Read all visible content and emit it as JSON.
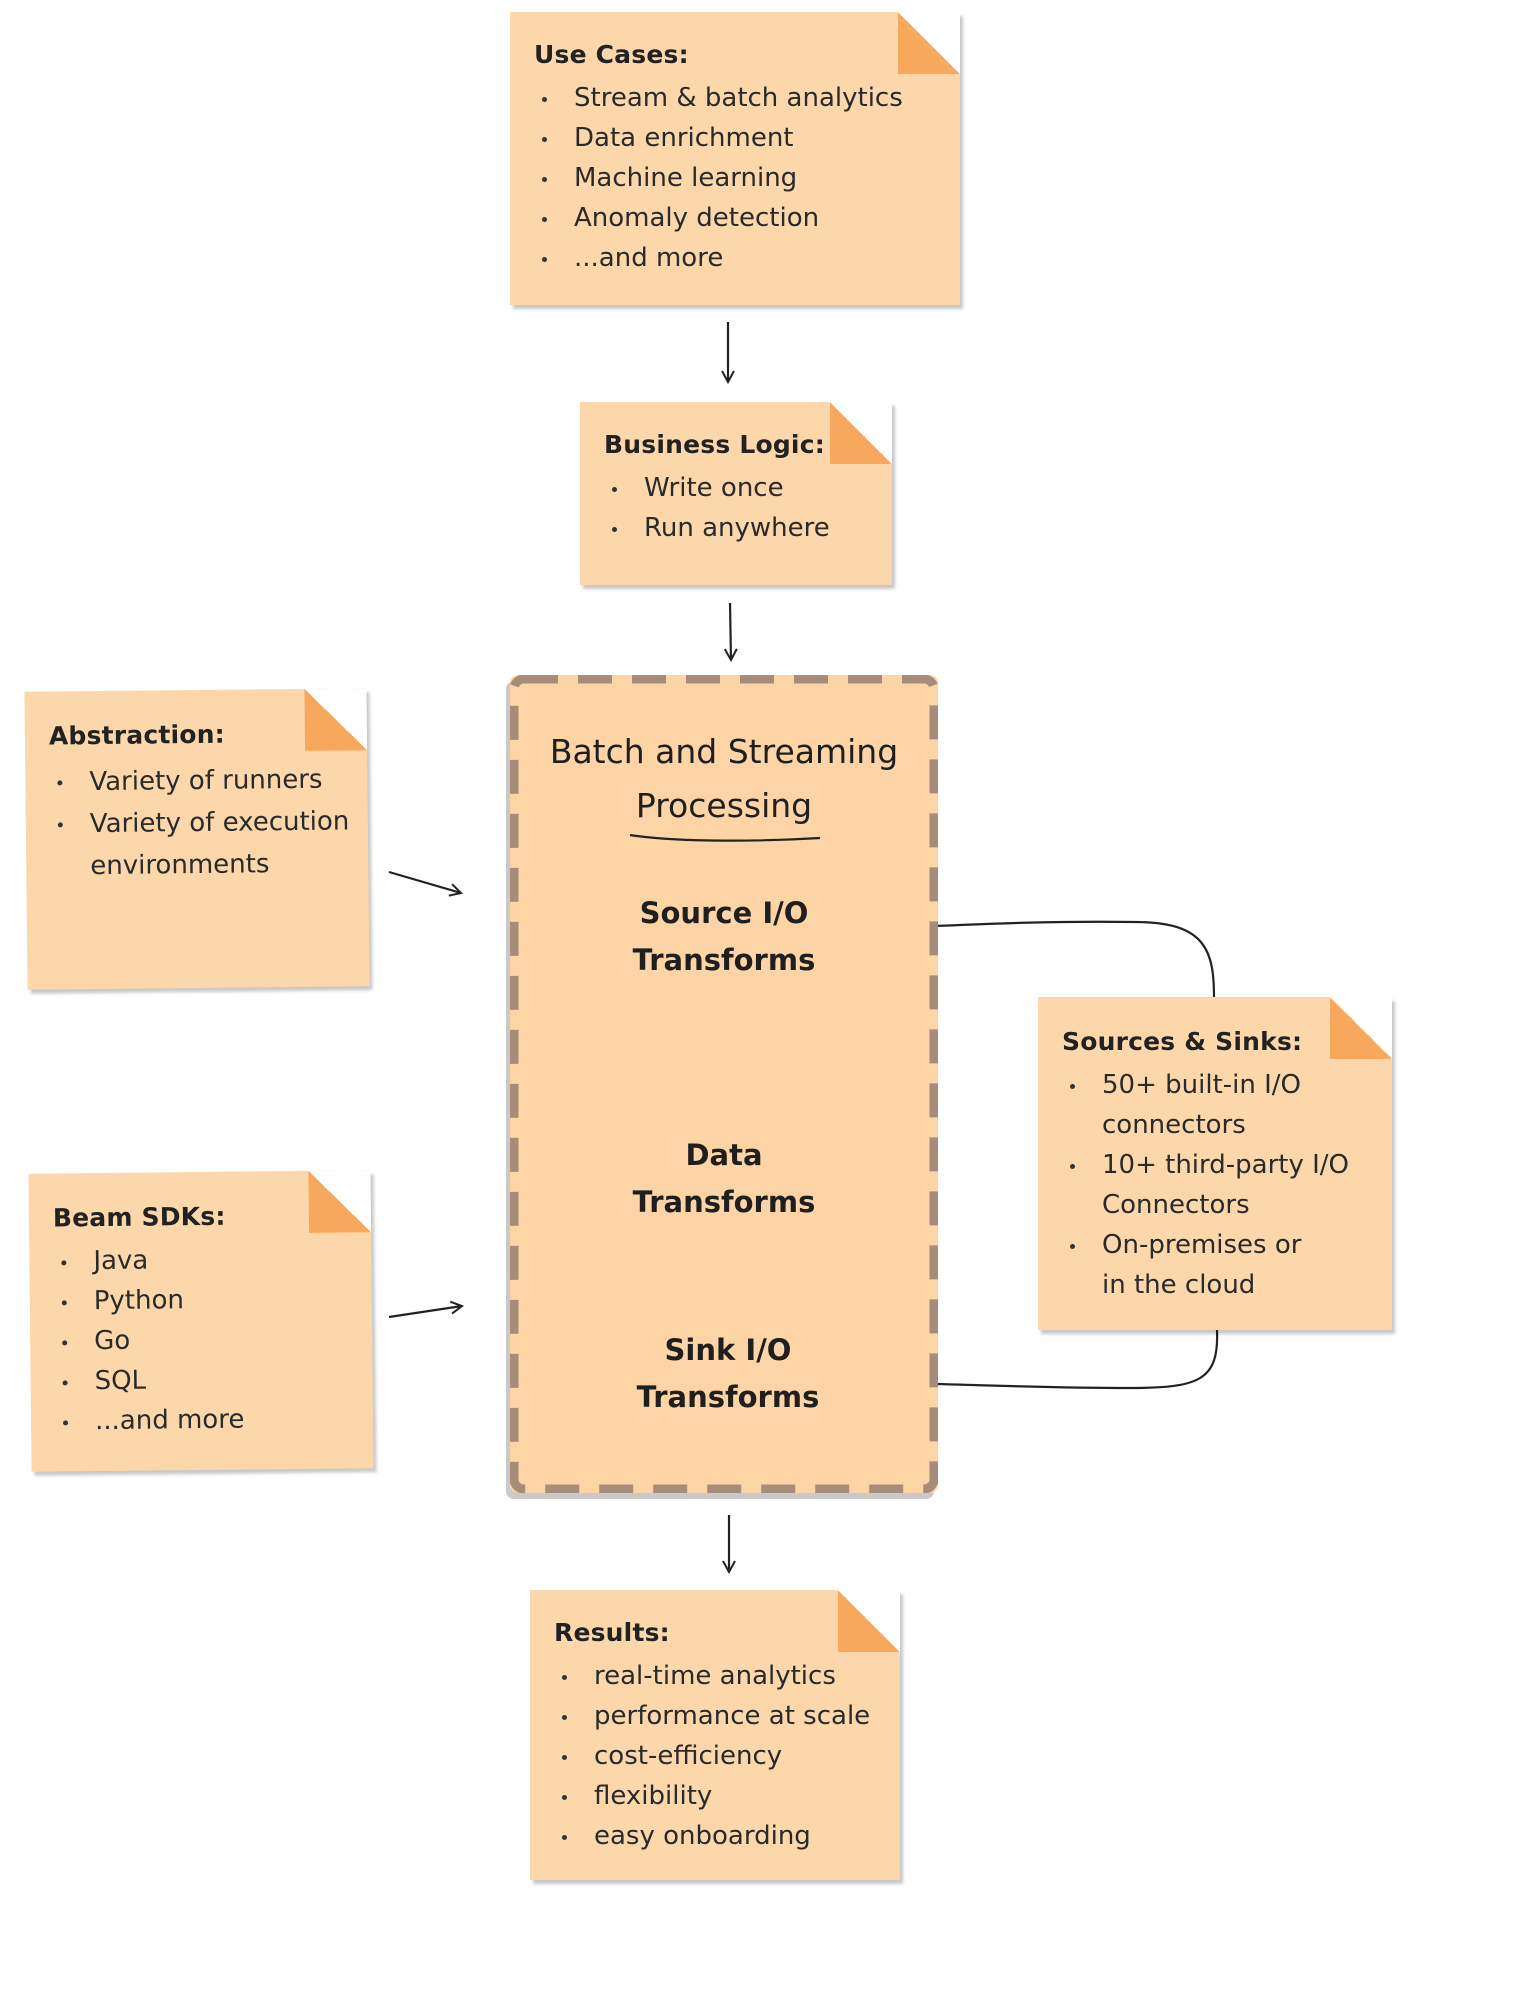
{
  "use_cases": {
    "title": "Use Cases:",
    "items": [
      "Stream & batch analytics",
      "Data enrichment",
      "Machine learning",
      "Anomaly detection",
      "...and more"
    ]
  },
  "business_logic": {
    "title": "Business Logic:",
    "items": [
      "Write once",
      "Run anywhere"
    ]
  },
  "abstraction": {
    "title": "Abstraction:",
    "items": [
      "Variety of runners",
      "Variety of execution",
      "environments"
    ]
  },
  "beam_sdks": {
    "title": "Beam SDKs:",
    "items": [
      "Java",
      "Python",
      "Go",
      "SQL",
      "...and more"
    ]
  },
  "sources_sinks": {
    "title": "Sources & Sinks:",
    "items": [
      "50+ built-in I/O",
      "connectors",
      "10+ third-party I/O",
      "Connectors",
      "On-premises or",
      "in the cloud"
    ]
  },
  "results": {
    "title": "Results:",
    "items": [
      "real-time analytics",
      "performance at scale",
      "cost-efficiency",
      "flexibility",
      "easy onboarding"
    ]
  },
  "processing": {
    "title_line1": "Batch and Streaming",
    "title_line2": "Processing",
    "source_line1": "Source I/O",
    "source_line2": "Transforms",
    "data_line1": "Data",
    "data_line2": "Transforms",
    "sink_line1": "Sink I/O",
    "sink_line2": "Transforms"
  },
  "colors": {
    "note_fill": "#fdd7ac",
    "note_fold": "#f7a85c",
    "box_border": "#a88c7a",
    "box_fill": "#fdd4a6"
  }
}
